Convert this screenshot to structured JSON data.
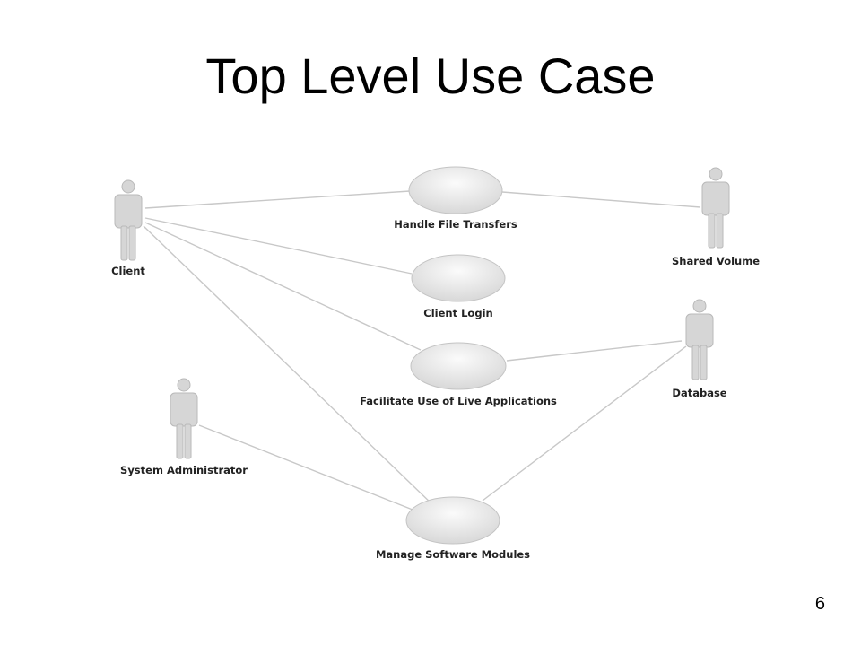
{
  "slide": {
    "title": "Top Level Use Case",
    "page_number": "6"
  },
  "diagram": {
    "actors": {
      "client": "Client",
      "shared_volume": "Shared Volume",
      "database": "Database",
      "system_administrator": "System Administrator"
    },
    "use_cases": {
      "handle_file_transfers": "Handle File Transfers",
      "client_login": "Client Login",
      "facilitate_live_apps": "Facilitate Use of Live Applications",
      "manage_software_modules": "Manage Software Modules"
    },
    "colors": {
      "line": "#c8c8c8",
      "actor_fill": "#d6d6d6",
      "usecase_fill": "#e4e4e4"
    }
  }
}
